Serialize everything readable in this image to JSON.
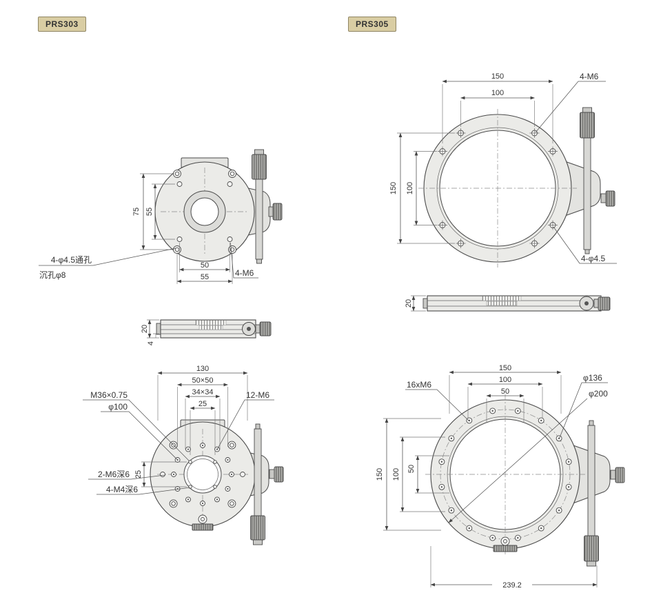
{
  "colors": {
    "badge_bg": "#d9cda3",
    "badge_border": "#8f8563",
    "line": "#4a4a4a",
    "body_fill": "#ebebe8",
    "dim_text": "#333333"
  },
  "badges": {
    "prs303": "PRS303",
    "prs305": "PRS305"
  },
  "prs303": {
    "top": {
      "dim_v_75": "75",
      "dim_v_55": "55",
      "dim_h_50": "50",
      "dim_h_55": "55",
      "note_through_hole": "4-φ4.5通孔",
      "note_counterbore": "沉孔φ8",
      "note_4m6": "4-M6"
    },
    "side": {
      "dim_20": "20",
      "dim_4": "4"
    },
    "bottom": {
      "dim_130": "130",
      "dim_50x50": "50×50",
      "dim_34x34": "34×34",
      "dim_25": "25",
      "note_m36": "M36×0.75",
      "note_phi100": "φ100",
      "dim_v_25": "25",
      "note_2m6": "2-M6深6",
      "note_4m4": "4-M4深6",
      "note_12m6": "12-M6"
    }
  },
  "prs305": {
    "top": {
      "dim_h_150": "150",
      "dim_h_100": "100",
      "note_4m6": "4-M6",
      "dim_v_150": "150",
      "dim_v_100": "100",
      "note_4phi45": "4-φ4.5"
    },
    "side": {
      "dim_20": "20"
    },
    "bottom": {
      "dim_h_150": "150",
      "dim_h_100": "100",
      "dim_h_50": "50",
      "note_16m6": "16xM6",
      "note_phi136": "φ136",
      "note_phi200": "φ200",
      "dim_v_150": "150",
      "dim_v_100": "100",
      "dim_v_50": "50",
      "dim_overall": "239.2"
    }
  }
}
